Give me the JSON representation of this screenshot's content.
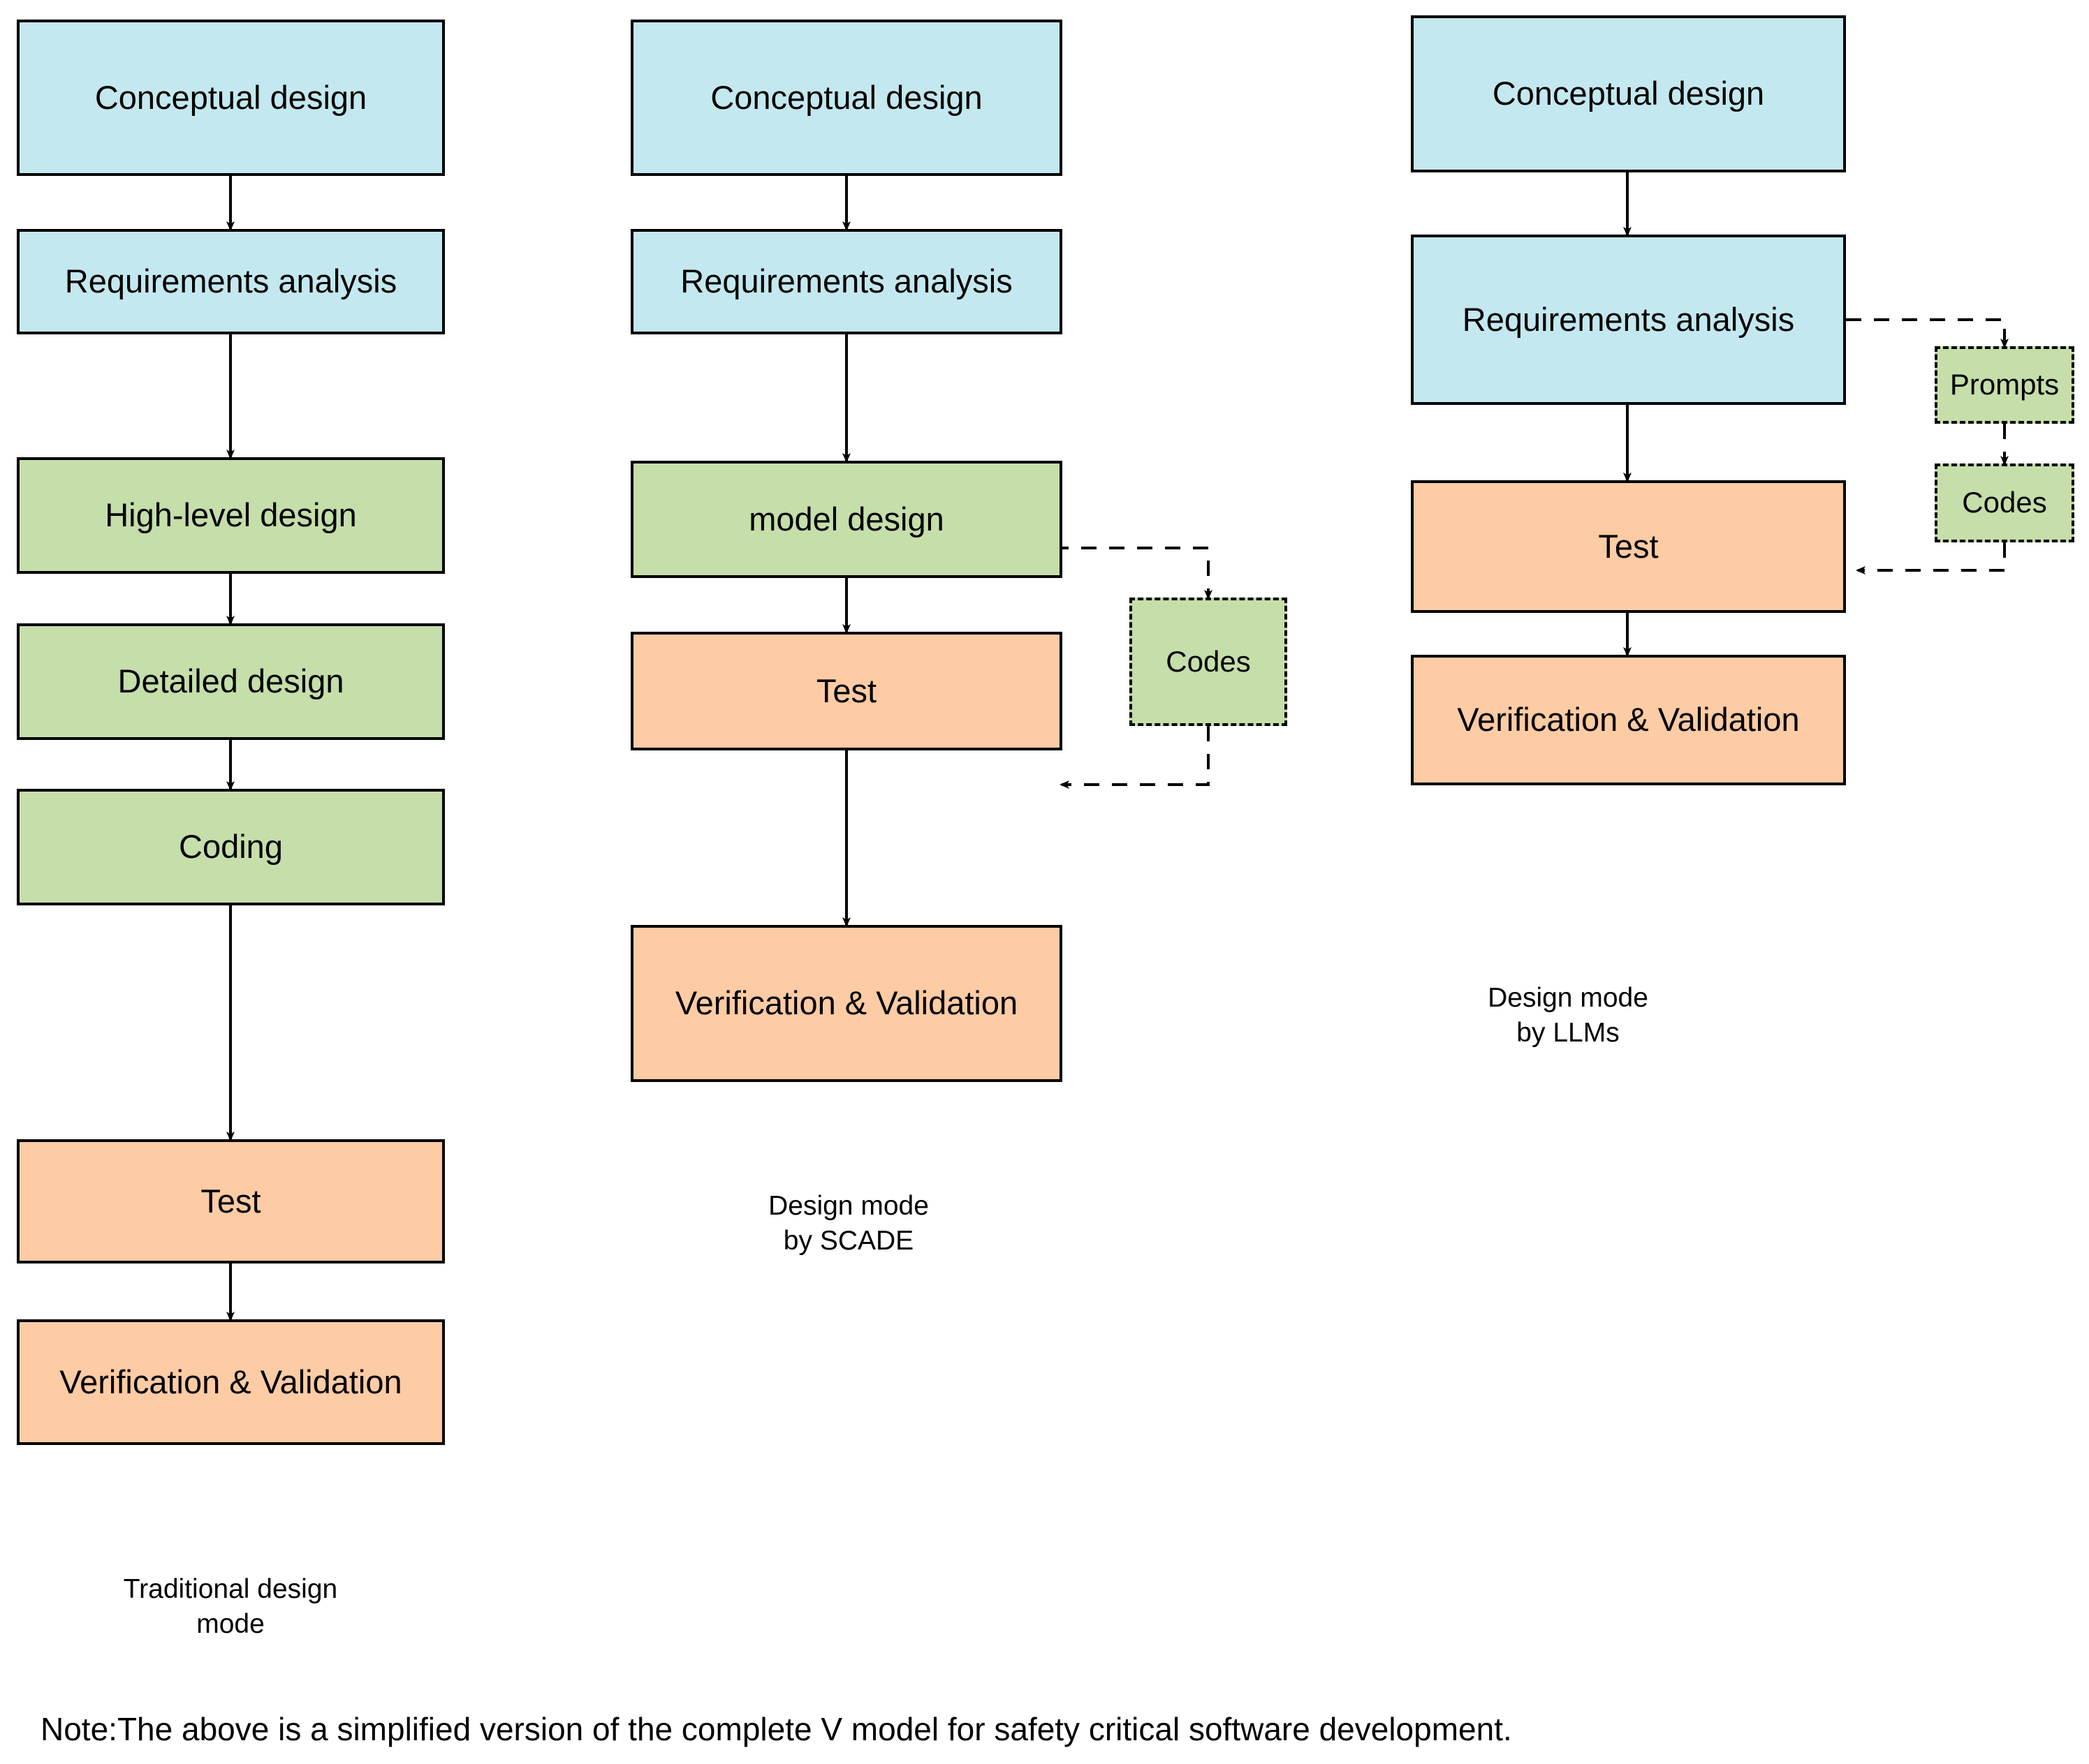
{
  "diagram": {
    "title_note": "Note:The above is a simplified version of the complete V model for safety critical software development.",
    "colors": {
      "blue": "#c4e8ef",
      "green": "#c5deaa",
      "orange": "#fdcba4",
      "stroke": "#000000",
      "background": "#ffffff"
    },
    "columns": [
      {
        "id": "traditional",
        "caption": "Traditional design\nmode",
        "nodes": [
          {
            "id": "t-conceptual",
            "label": "Conceptual design",
            "fill": "blue",
            "style": "solid"
          },
          {
            "id": "t-requirements",
            "label": "Requirements analysis",
            "fill": "blue",
            "style": "solid"
          },
          {
            "id": "t-highlevel",
            "label": "High-level design",
            "fill": "green",
            "style": "solid"
          },
          {
            "id": "t-detailed",
            "label": "Detailed design",
            "fill": "green",
            "style": "solid"
          },
          {
            "id": "t-coding",
            "label": "Coding",
            "fill": "green",
            "style": "solid"
          },
          {
            "id": "t-test",
            "label": "Test",
            "fill": "orange",
            "style": "solid"
          },
          {
            "id": "t-vv",
            "label": "Verification & Validation",
            "fill": "orange",
            "style": "solid"
          }
        ]
      },
      {
        "id": "scade",
        "caption": "Design mode\nby SCADE",
        "nodes": [
          {
            "id": "s-conceptual",
            "label": "Conceptual design",
            "fill": "blue",
            "style": "solid"
          },
          {
            "id": "s-requirements",
            "label": "Requirements analysis",
            "fill": "blue",
            "style": "solid"
          },
          {
            "id": "s-model",
            "label": "model design",
            "fill": "green",
            "style": "solid"
          },
          {
            "id": "s-test",
            "label": "Test",
            "fill": "orange",
            "style": "solid"
          },
          {
            "id": "s-vv",
            "label": "Verification & Validation",
            "fill": "orange",
            "style": "solid"
          },
          {
            "id": "s-codes",
            "label": "Codes",
            "fill": "green",
            "style": "dashed"
          }
        ]
      },
      {
        "id": "llms",
        "caption": "Design mode\nby LLMs",
        "nodes": [
          {
            "id": "l-conceptual",
            "label": "Conceptual design",
            "fill": "blue",
            "style": "solid"
          },
          {
            "id": "l-requirements",
            "label": "Requirements analysis",
            "fill": "blue",
            "style": "solid"
          },
          {
            "id": "l-test",
            "label": "Test",
            "fill": "orange",
            "style": "solid"
          },
          {
            "id": "l-vv",
            "label": "Verification & Validation",
            "fill": "orange",
            "style": "solid"
          },
          {
            "id": "l-prompts",
            "label": "Prompts",
            "fill": "green",
            "style": "dashed"
          },
          {
            "id": "l-codes",
            "label": "Codes",
            "fill": "green",
            "style": "dashed"
          }
        ]
      }
    ],
    "edges": [
      {
        "from": "t-conceptual",
        "to": "t-requirements",
        "style": "solid"
      },
      {
        "from": "t-requirements",
        "to": "t-highlevel",
        "style": "solid"
      },
      {
        "from": "t-highlevel",
        "to": "t-detailed",
        "style": "solid"
      },
      {
        "from": "t-detailed",
        "to": "t-coding",
        "style": "solid"
      },
      {
        "from": "t-coding",
        "to": "t-test",
        "style": "solid"
      },
      {
        "from": "t-test",
        "to": "t-vv",
        "style": "solid"
      },
      {
        "from": "s-conceptual",
        "to": "s-requirements",
        "style": "solid"
      },
      {
        "from": "s-requirements",
        "to": "s-model",
        "style": "solid"
      },
      {
        "from": "s-model",
        "to": "s-test",
        "style": "solid"
      },
      {
        "from": "s-test",
        "to": "s-vv",
        "style": "solid"
      },
      {
        "from": "s-model",
        "to": "s-codes",
        "style": "dashed"
      },
      {
        "from": "s-codes",
        "to": "s-test",
        "style": "dashed"
      },
      {
        "from": "l-conceptual",
        "to": "l-requirements",
        "style": "solid"
      },
      {
        "from": "l-requirements",
        "to": "l-test",
        "style": "solid"
      },
      {
        "from": "l-test",
        "to": "l-vv",
        "style": "solid"
      },
      {
        "from": "l-requirements",
        "to": "l-prompts",
        "style": "dashed"
      },
      {
        "from": "l-prompts",
        "to": "l-codes",
        "style": "dashed"
      },
      {
        "from": "l-codes",
        "to": "l-test",
        "style": "dashed"
      }
    ]
  }
}
